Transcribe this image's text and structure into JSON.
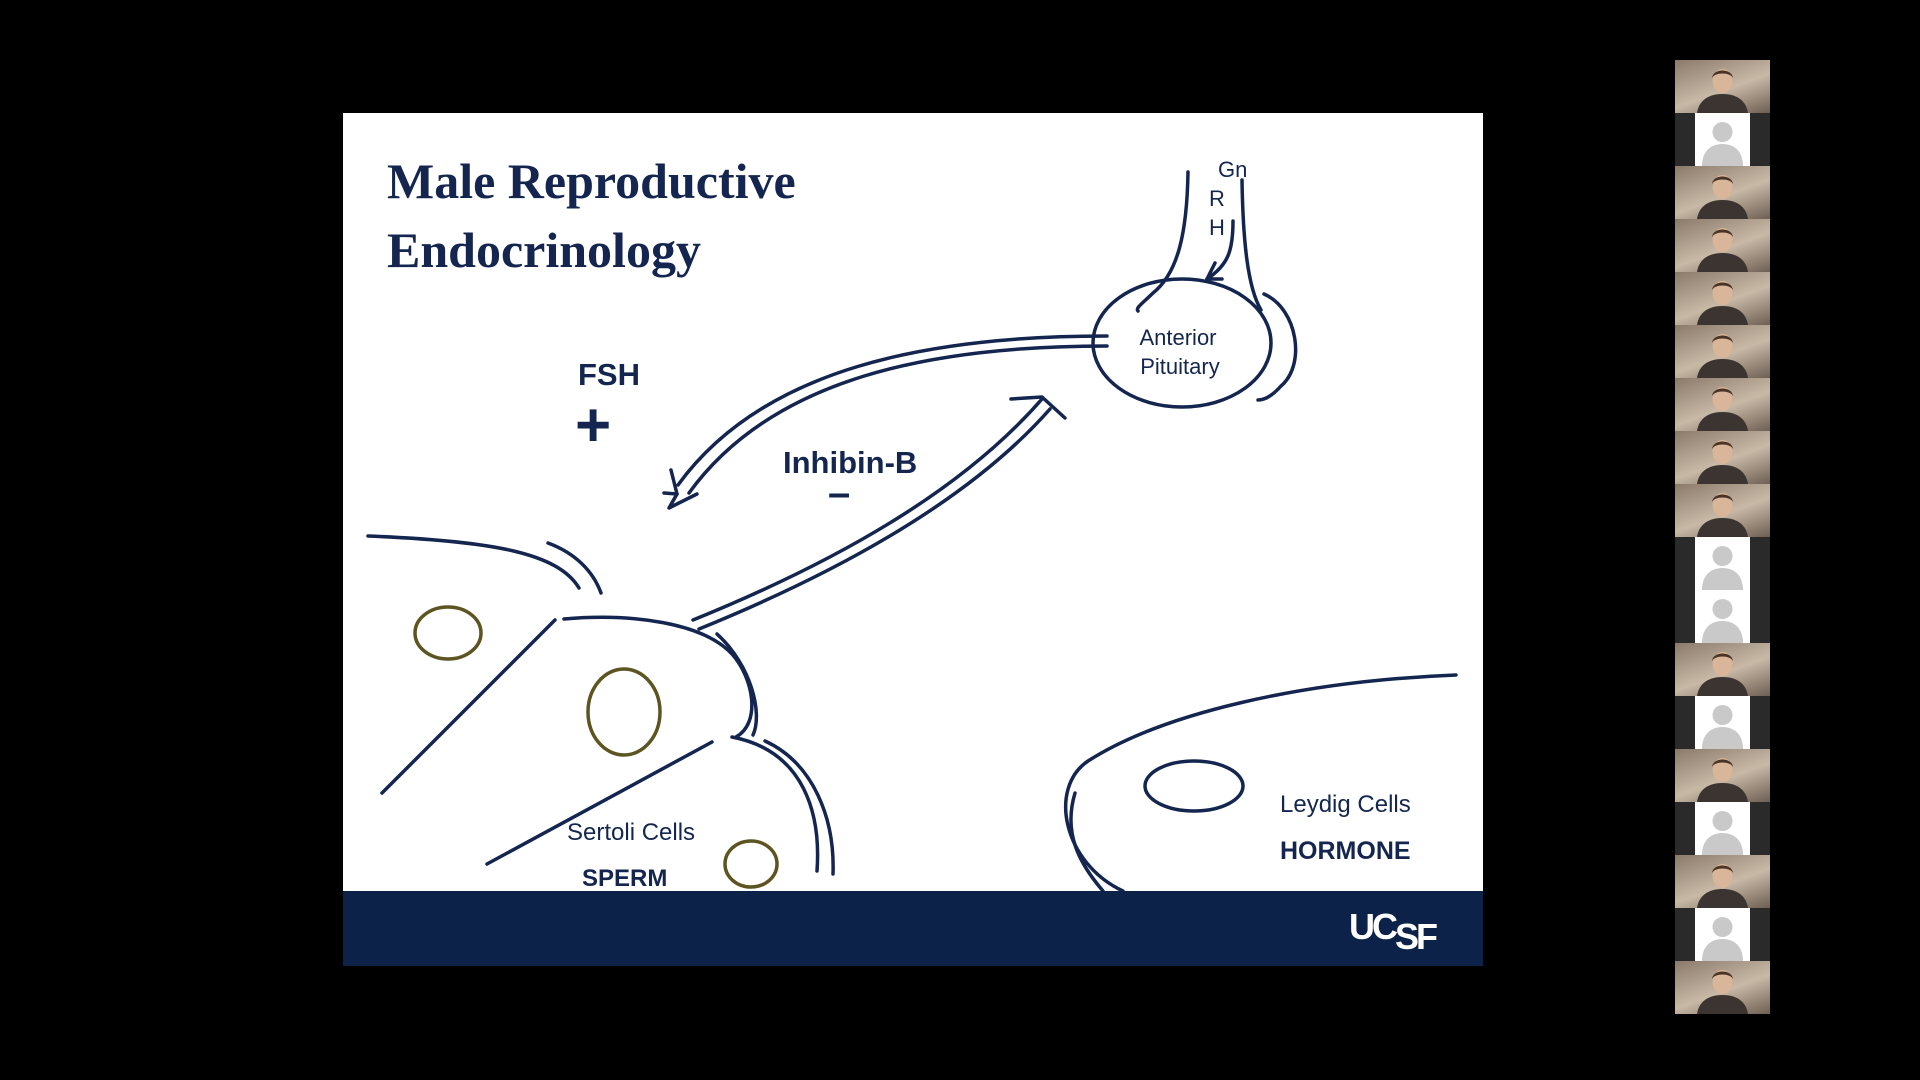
{
  "slide": {
    "title_line1": "Male Reproductive",
    "title_line2": "Endocrinology",
    "labels": {
      "gnrh": [
        "Gn",
        "R",
        "H"
      ],
      "anterior_pituitary": [
        "Anterior",
        "Pituitary"
      ],
      "fsh": "FSH",
      "plus": "+",
      "inhibin": "Inhibin-B",
      "minus": "–",
      "sertoli_cells": "Sertoli Cells",
      "sperm": "SPERM",
      "leydig_cells": "Leydig Cells",
      "hormone": "HORMONE"
    },
    "logo": {
      "part1": "UC",
      "part2": "SF"
    },
    "colors": {
      "navy": "#14264f",
      "footer": "#0c2249",
      "nucleus": "#5c5421"
    }
  },
  "participants": [
    {
      "type": "video"
    },
    {
      "type": "avatar"
    },
    {
      "type": "video"
    },
    {
      "type": "video"
    },
    {
      "type": "video"
    },
    {
      "type": "video"
    },
    {
      "type": "video"
    },
    {
      "type": "video"
    },
    {
      "type": "video"
    },
    {
      "type": "avatar"
    },
    {
      "type": "avatar"
    },
    {
      "type": "video"
    },
    {
      "type": "avatar"
    },
    {
      "type": "video"
    },
    {
      "type": "avatar"
    },
    {
      "type": "video"
    },
    {
      "type": "avatar"
    },
    {
      "type": "video"
    }
  ]
}
